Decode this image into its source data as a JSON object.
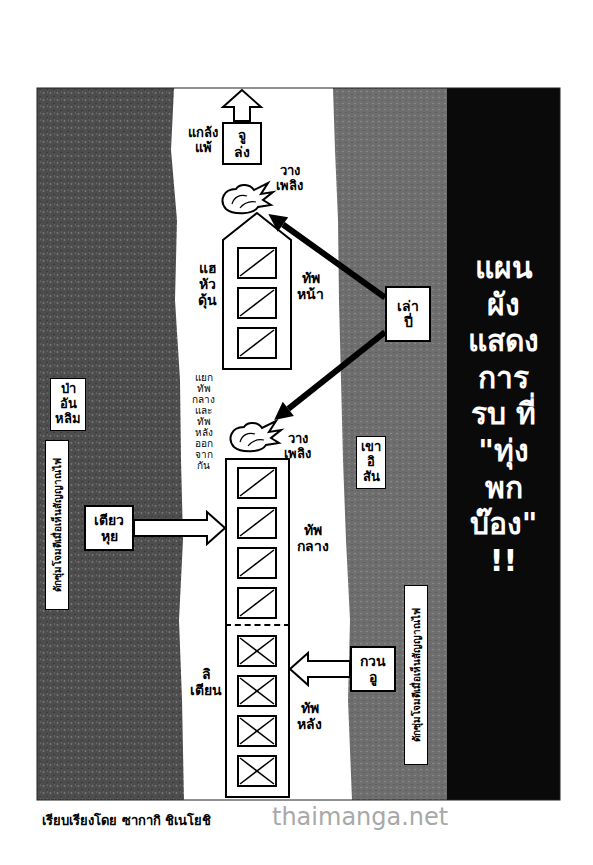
{
  "diagram": {
    "title": "แผน ผัง แสดง การ รบ ที่ \"ทุ่ง พก บ๊อง\" !!",
    "nodes": [
      {
        "text": [
          "จู ล่ง"
        ]
      },
      {
        "text": [
          "วาง เพลิง"
        ]
      },
      {
        "text": [
          "แฮ หัว ดุ้น",
          "ทัพ หน้า"
        ]
      },
      {
        "text": [
          "เล่า ปี่"
        ]
      },
      {
        "text": [
          "วาง เพลิง"
        ]
      },
      {
        "text": [
          "ดักซุ่มโจมตีเมื่อเห็นสัญญาณไฟ"
        ]
      },
      {
        "text": [
          "เตียว หุย"
        ]
      },
      {
        "text": [
          "ทัพ กลาง"
        ]
      },
      {
        "text": [
          "ลิ เตียน",
          "ทัพ หลัง"
        ]
      },
      {
        "text": [
          "กวน อู"
        ]
      },
      {
        "text": [
          "ดักซุ่มโจมตีเมื่อเห็นสัญญาณไฟ"
        ]
      }
    ],
    "edges": [
      {
        "from": 3,
        "to": 1,
        "arrow": "to"
      },
      {
        "from": 3,
        "to": 4,
        "arrow": "to"
      },
      {
        "from": 6,
        "to": 7,
        "arrow": "to"
      },
      {
        "from": 9,
        "to": 8,
        "arrow": "to"
      }
    ],
    "labels": [
      "แกล้ง แพ้",
      "แยก ทัพ กลาง และ ทัพ หลัง ออก จาก กัน",
      "ป่า อัน หลิม",
      "เขา อิ สัน",
      "เรียบเรียงโดย ซากากิ ชิเนโยชิ",
      "thaimanga.net"
    ]
  }
}
